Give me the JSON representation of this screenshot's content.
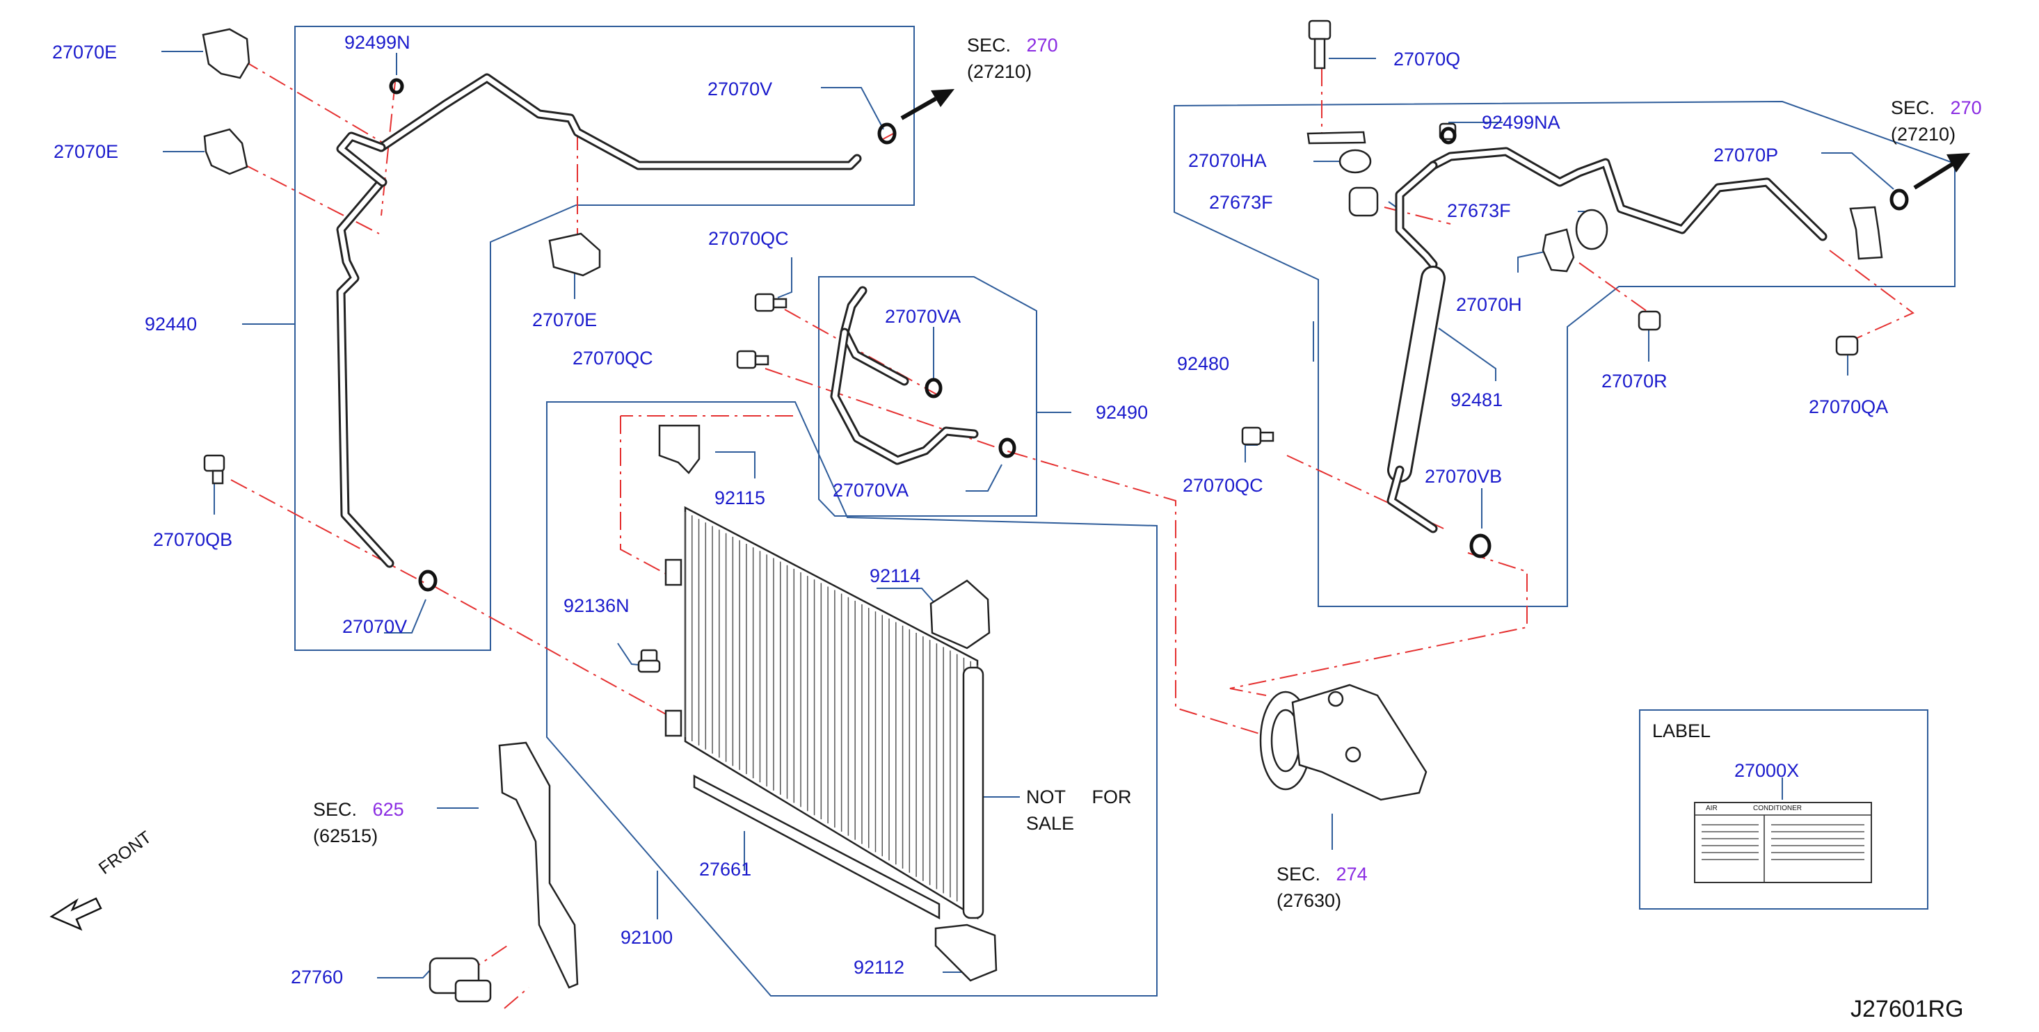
{
  "diagram": {
    "part_labels": {
      "p27070E_a": "27070E",
      "p27070E_b": "27070E",
      "p27070E_c": "27070E",
      "p92499N": "92499N",
      "p27070V_top": "27070V",
      "p27070V_bottom": "27070V",
      "p92440": "92440",
      "p27070QB": "27070QB",
      "p27070QC_a": "27070QC",
      "p27070QC_b": "27070QC",
      "p27070QC_c": "27070QC",
      "p27070VA_a": "27070VA",
      "p27070VA_b": "27070VA",
      "p92490": "92490",
      "p92115": "92115",
      "p92114": "92114",
      "p92136N": "92136N",
      "p27661": "27661",
      "p92100": "92100",
      "p92112": "92112",
      "p27760": "27760",
      "p27070Q": "27070Q",
      "p92499NA": "92499NA",
      "p27070HA": "27070HA",
      "p27673F_a": "27673F",
      "p27673F_b": "27673F",
      "p27070P": "27070P",
      "p27070H": "27070H",
      "p27070R": "27070R",
      "p27070QA": "27070QA",
      "p92480": "92480",
      "p92481": "92481",
      "p27070VB": "27070VB",
      "p27000X": "27000X"
    },
    "section_refs": [
      {
        "sec": "SEC.",
        "num": "270",
        "sub": "(27210)"
      },
      {
        "sec": "SEC.",
        "num": "270",
        "sub": "(27210)"
      },
      {
        "sec": "SEC.",
        "num": "625",
        "sub": "(62515)"
      },
      {
        "sec": "SEC.",
        "num": "274",
        "sub": "(27630)"
      }
    ],
    "not_for_sale": {
      "line1": "NOT",
      "line1b": "FOR",
      "line2": "SALE"
    },
    "label_box": {
      "title": "LABEL",
      "plate_title_left": "AIR",
      "plate_title_right": "CONDITIONER"
    },
    "front_indicator": "FRONT",
    "diagram_code": "J27601RG",
    "colors": {
      "part_number": "#1a1acc",
      "section_number": "#8a2be2",
      "leader": "#2e5c9a",
      "centerline": "#e53030"
    }
  }
}
